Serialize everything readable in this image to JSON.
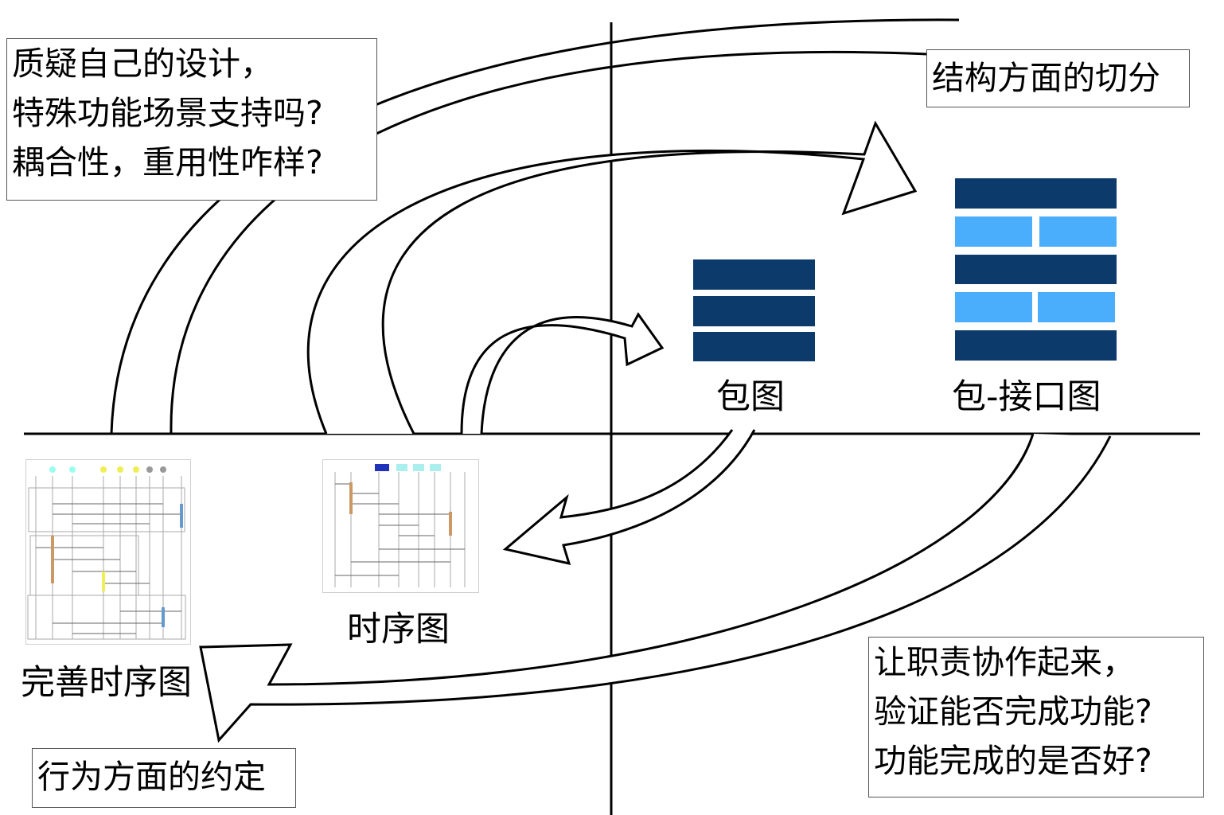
{
  "notes": {
    "top_left": [
      "质疑自己的设计，",
      "特殊功能场景支持吗?",
      "耦合性，重用性咋样?"
    ],
    "top_right": "结构方面的切分",
    "bottom_right": [
      "让职责协作起来，",
      "验证能否完成功能?",
      "功能完成的是否好?"
    ],
    "bottom_left": "行为方面的约定"
  },
  "labels": {
    "package_diagram": "包图",
    "package_interface_diagram": "包-接口图",
    "sequence_diagram": "时序图",
    "refined_sequence_diagram": "完善时序图"
  },
  "colors": {
    "dark_blue": "#0b3a6b",
    "light_blue": "#4aaefc",
    "line": "#000000"
  }
}
